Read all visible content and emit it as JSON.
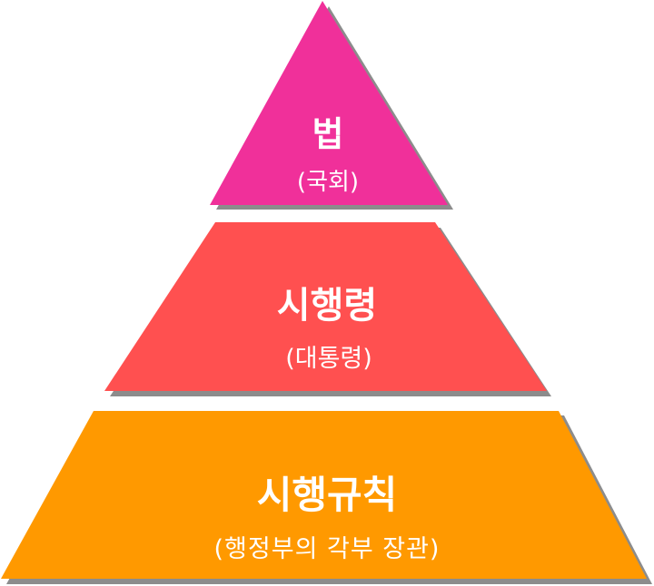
{
  "levels": [
    {
      "title": "법",
      "subtitle": "(국회)",
      "color": "#F0309A"
    },
    {
      "title": "시행령",
      "subtitle": "(대통령)",
      "color": "#FF5050"
    },
    {
      "title": "시행규칙",
      "subtitle": "(행정부의 각부 장관)",
      "color": "#FF9900"
    }
  ],
  "shadow_color": "#8C8C8C"
}
